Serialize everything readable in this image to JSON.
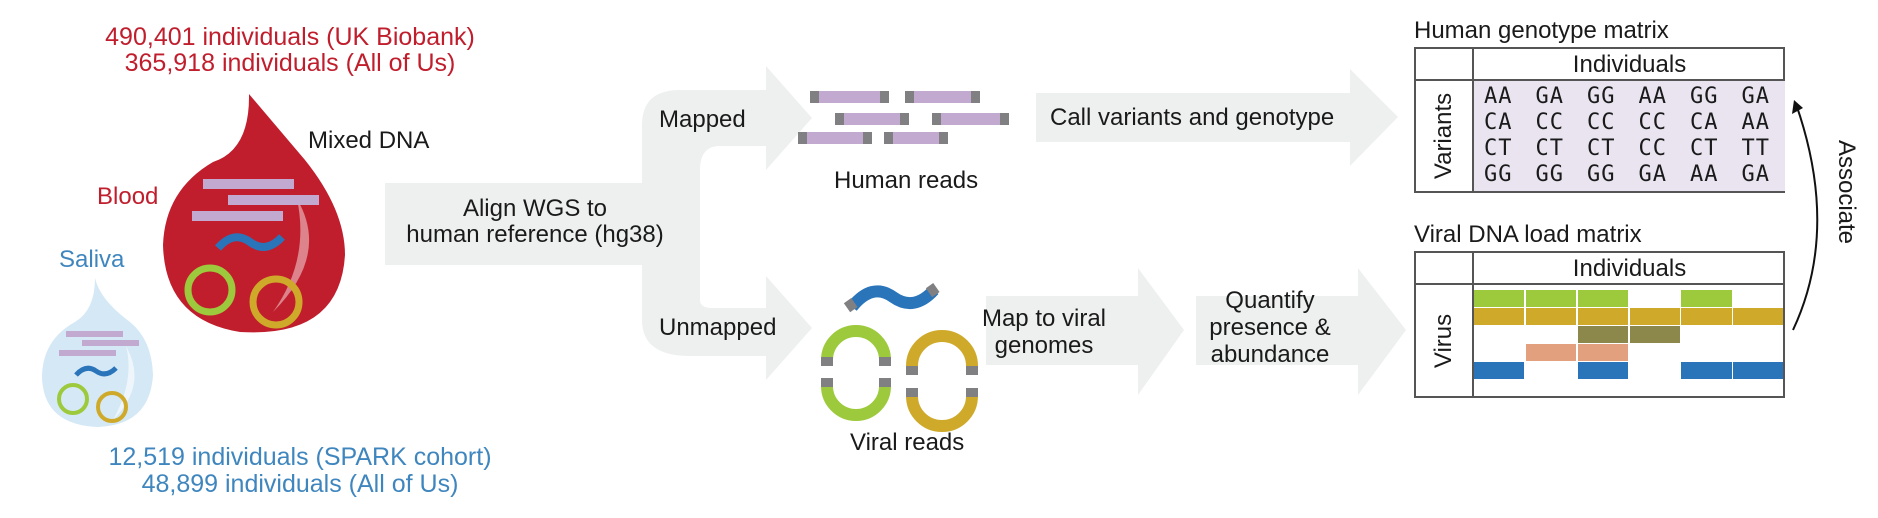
{
  "sources": {
    "blood": {
      "label": "Blood",
      "cohorts": [
        "490,401 individuals (UK Biobank)",
        "365,918 individuals (All of Us)"
      ],
      "color": "#c01e2d"
    },
    "saliva": {
      "label": "Saliva",
      "cohorts": [
        "12,519 individuals (SPARK cohort)",
        "48,899 individuals (All of Us)"
      ],
      "color": "#3f86be"
    },
    "mixed_dna_label": "Mixed DNA"
  },
  "align_step": {
    "lines": [
      "Align WGS to",
      "human reference (hg38)"
    ],
    "mapped_label": "Mapped",
    "unmapped_label": "Unmapped"
  },
  "human_branch": {
    "reads_label": "Human reads",
    "step_label": "Call variants and genotype"
  },
  "viral_branch": {
    "reads_label": "Viral reads",
    "map_step_lines": [
      "Map to viral",
      "genomes"
    ],
    "quantify_step_lines": [
      "Quantify",
      "presence &",
      "abundance"
    ]
  },
  "genotype_matrix": {
    "title": "Human genotype matrix",
    "column_header": "Individuals",
    "row_header": "Variants",
    "rows": [
      [
        "AA",
        "GA",
        "GG",
        "AA",
        "GG",
        "GA"
      ],
      [
        "CA",
        "CC",
        "CC",
        "CC",
        "CA",
        "AA"
      ],
      [
        "CT",
        "CT",
        "CT",
        "CC",
        "CT",
        "TT"
      ],
      [
        "GG",
        "GG",
        "GG",
        "GA",
        "AA",
        "GA"
      ]
    ]
  },
  "viral_matrix": {
    "title": "Viral DNA load matrix",
    "column_header": "Individuals",
    "row_header": "Virus",
    "rows": [
      {
        "color": "#9cca3c",
        "present": [
          1,
          1,
          1,
          0,
          1,
          0
        ]
      },
      {
        "color": "#cfaa2a",
        "present": [
          1,
          1,
          1,
          1,
          1,
          1
        ]
      },
      {
        "color": "#8c874a",
        "present": [
          0,
          0,
          1,
          1,
          0,
          0
        ]
      },
      {
        "color": "#e2a07f",
        "present": [
          0,
          1,
          1,
          0,
          0,
          0
        ]
      },
      {
        "color": "#2a74ba",
        "present": [
          1,
          0,
          1,
          0,
          1,
          1
        ]
      }
    ]
  },
  "associate_label": "Associate",
  "colors": {
    "arrow_fill": "#eef0ef",
    "read_fill": "#c1a9d0",
    "read_cap": "#808083",
    "genotype_bg": "#e9e4f0",
    "virus_green": "#9cca3c",
    "virus_gold": "#cfaa2a",
    "virus_blue": "#2a74ba"
  }
}
